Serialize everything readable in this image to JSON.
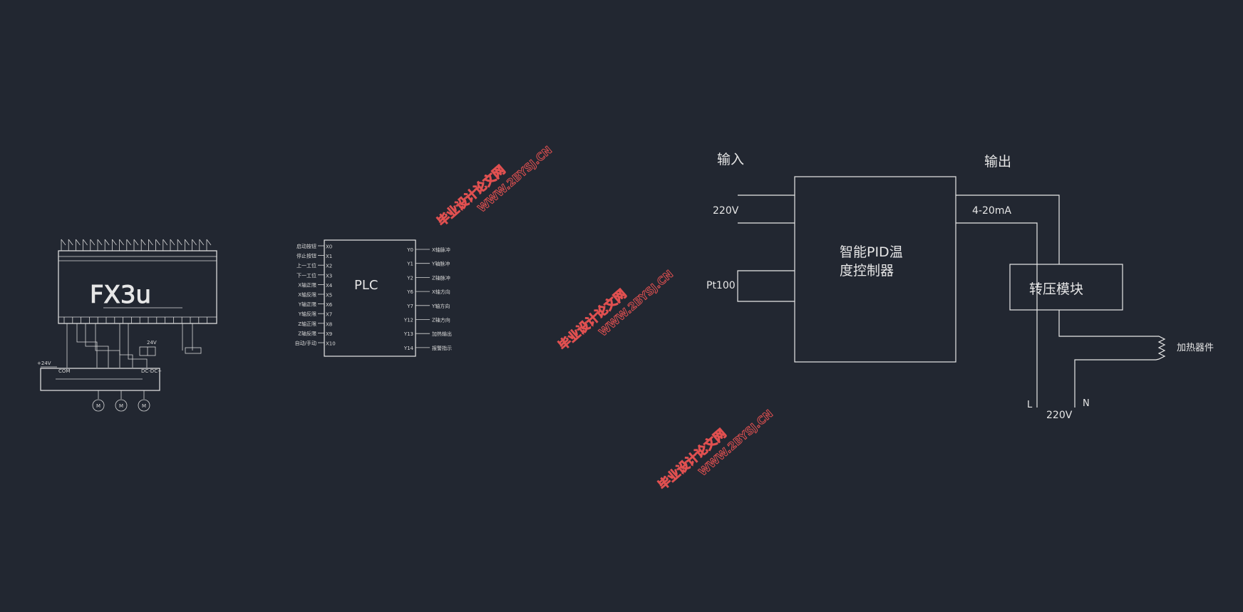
{
  "plc_wiring": {
    "model_label": "FX3u",
    "supply_label": "+24V",
    "com_label": "COM",
    "driver_label": "DC-DC+"
  },
  "plc_block": {
    "title": "PLC",
    "inputs": [
      {
        "terminal": "X0",
        "label": "启动按钮"
      },
      {
        "terminal": "X1",
        "label": "停止按钮"
      },
      {
        "terminal": "X2",
        "label": "上一工位"
      },
      {
        "terminal": "X3",
        "label": "下一工位"
      },
      {
        "terminal": "X4",
        "label": "X轴正限"
      },
      {
        "terminal": "X5",
        "label": "X轴反限"
      },
      {
        "terminal": "X6",
        "label": "Y轴正限"
      },
      {
        "terminal": "X7",
        "label": "Y轴反限"
      },
      {
        "terminal": "X8",
        "label": "Z轴正限"
      },
      {
        "terminal": "X9",
        "label": "Z轴反限"
      },
      {
        "terminal": "X10",
        "label": "自动/手动"
      }
    ],
    "outputs": [
      {
        "terminal": "Y0",
        "label": "X轴脉冲"
      },
      {
        "terminal": "Y1",
        "label": "Y轴脉冲"
      },
      {
        "terminal": "Y2",
        "label": "Z轴脉冲"
      },
      {
        "terminal": "Y6",
        "label": "X轴方向"
      },
      {
        "terminal": "Y7",
        "label": "Y轴方向"
      },
      {
        "terminal": "Y12",
        "label": "Z轴方向"
      },
      {
        "terminal": "Y13",
        "label": "加热输出"
      },
      {
        "terminal": "Y14",
        "label": "报警指示"
      }
    ]
  },
  "temp_control": {
    "input_heading": "输入",
    "output_heading": "输出",
    "supply_in": "220V",
    "sensor": "Pt100",
    "controller_line1": "智能PID温",
    "controller_line2": "度控制器",
    "signal_out": "4-20mA",
    "power_module": "转压模块",
    "heater": "加热器件",
    "mains_l": "L",
    "mains_n": "N",
    "mains_v": "220V"
  },
  "watermark": {
    "line1": "毕业设计论文网",
    "line2": "WWW.2BYSJ.CN"
  }
}
